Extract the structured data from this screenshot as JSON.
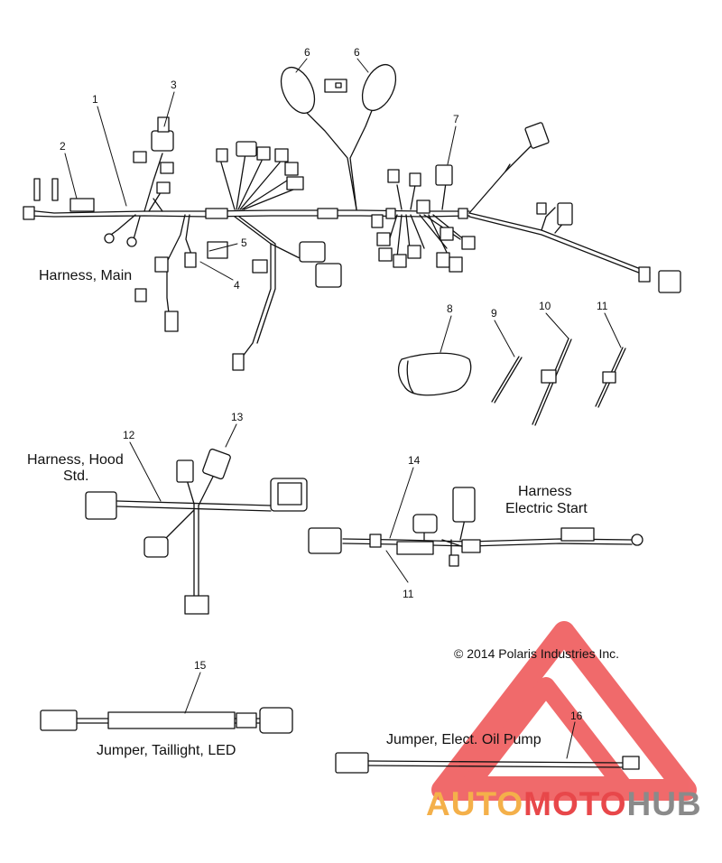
{
  "part_numbers": {
    "n1": "1",
    "n2": "2",
    "n3": "3",
    "n4": "4",
    "n5": "5",
    "n6a": "6",
    "n6b": "6",
    "n7": "7",
    "n8": "8",
    "n9": "9",
    "n10": "10",
    "n11a": "11",
    "n11b": "11",
    "n12": "12",
    "n13": "13",
    "n14": "14",
    "n15": "15",
    "n16": "16"
  },
  "labels": {
    "harness_main": "Harness, Main",
    "harness_hood_line1": "Harness, Hood",
    "harness_hood_line2": "Std.",
    "harness_start_line1": "Harness",
    "harness_start_line2": "Electric Start",
    "jumper_taillight": "Jumper, Taillight, LED",
    "jumper_oil_pump": "Jumper, Elect. Oil Pump"
  },
  "copyright": "© 2014 Polaris Industries Inc.",
  "watermark": {
    "part1": "AUTO",
    "part2": "MOTO",
    "part3": "HUB",
    "color_red": "#e8474a",
    "color_orange": "#f4b04a",
    "color_gray": "#8a8a8a"
  },
  "icons": {
    "connector": "connector-icon",
    "ring_terminal": "ring-terminal-icon",
    "cable_tie": "cable-tie-icon",
    "relay": "relay-icon",
    "fuse_block": "fuse-block-icon"
  }
}
